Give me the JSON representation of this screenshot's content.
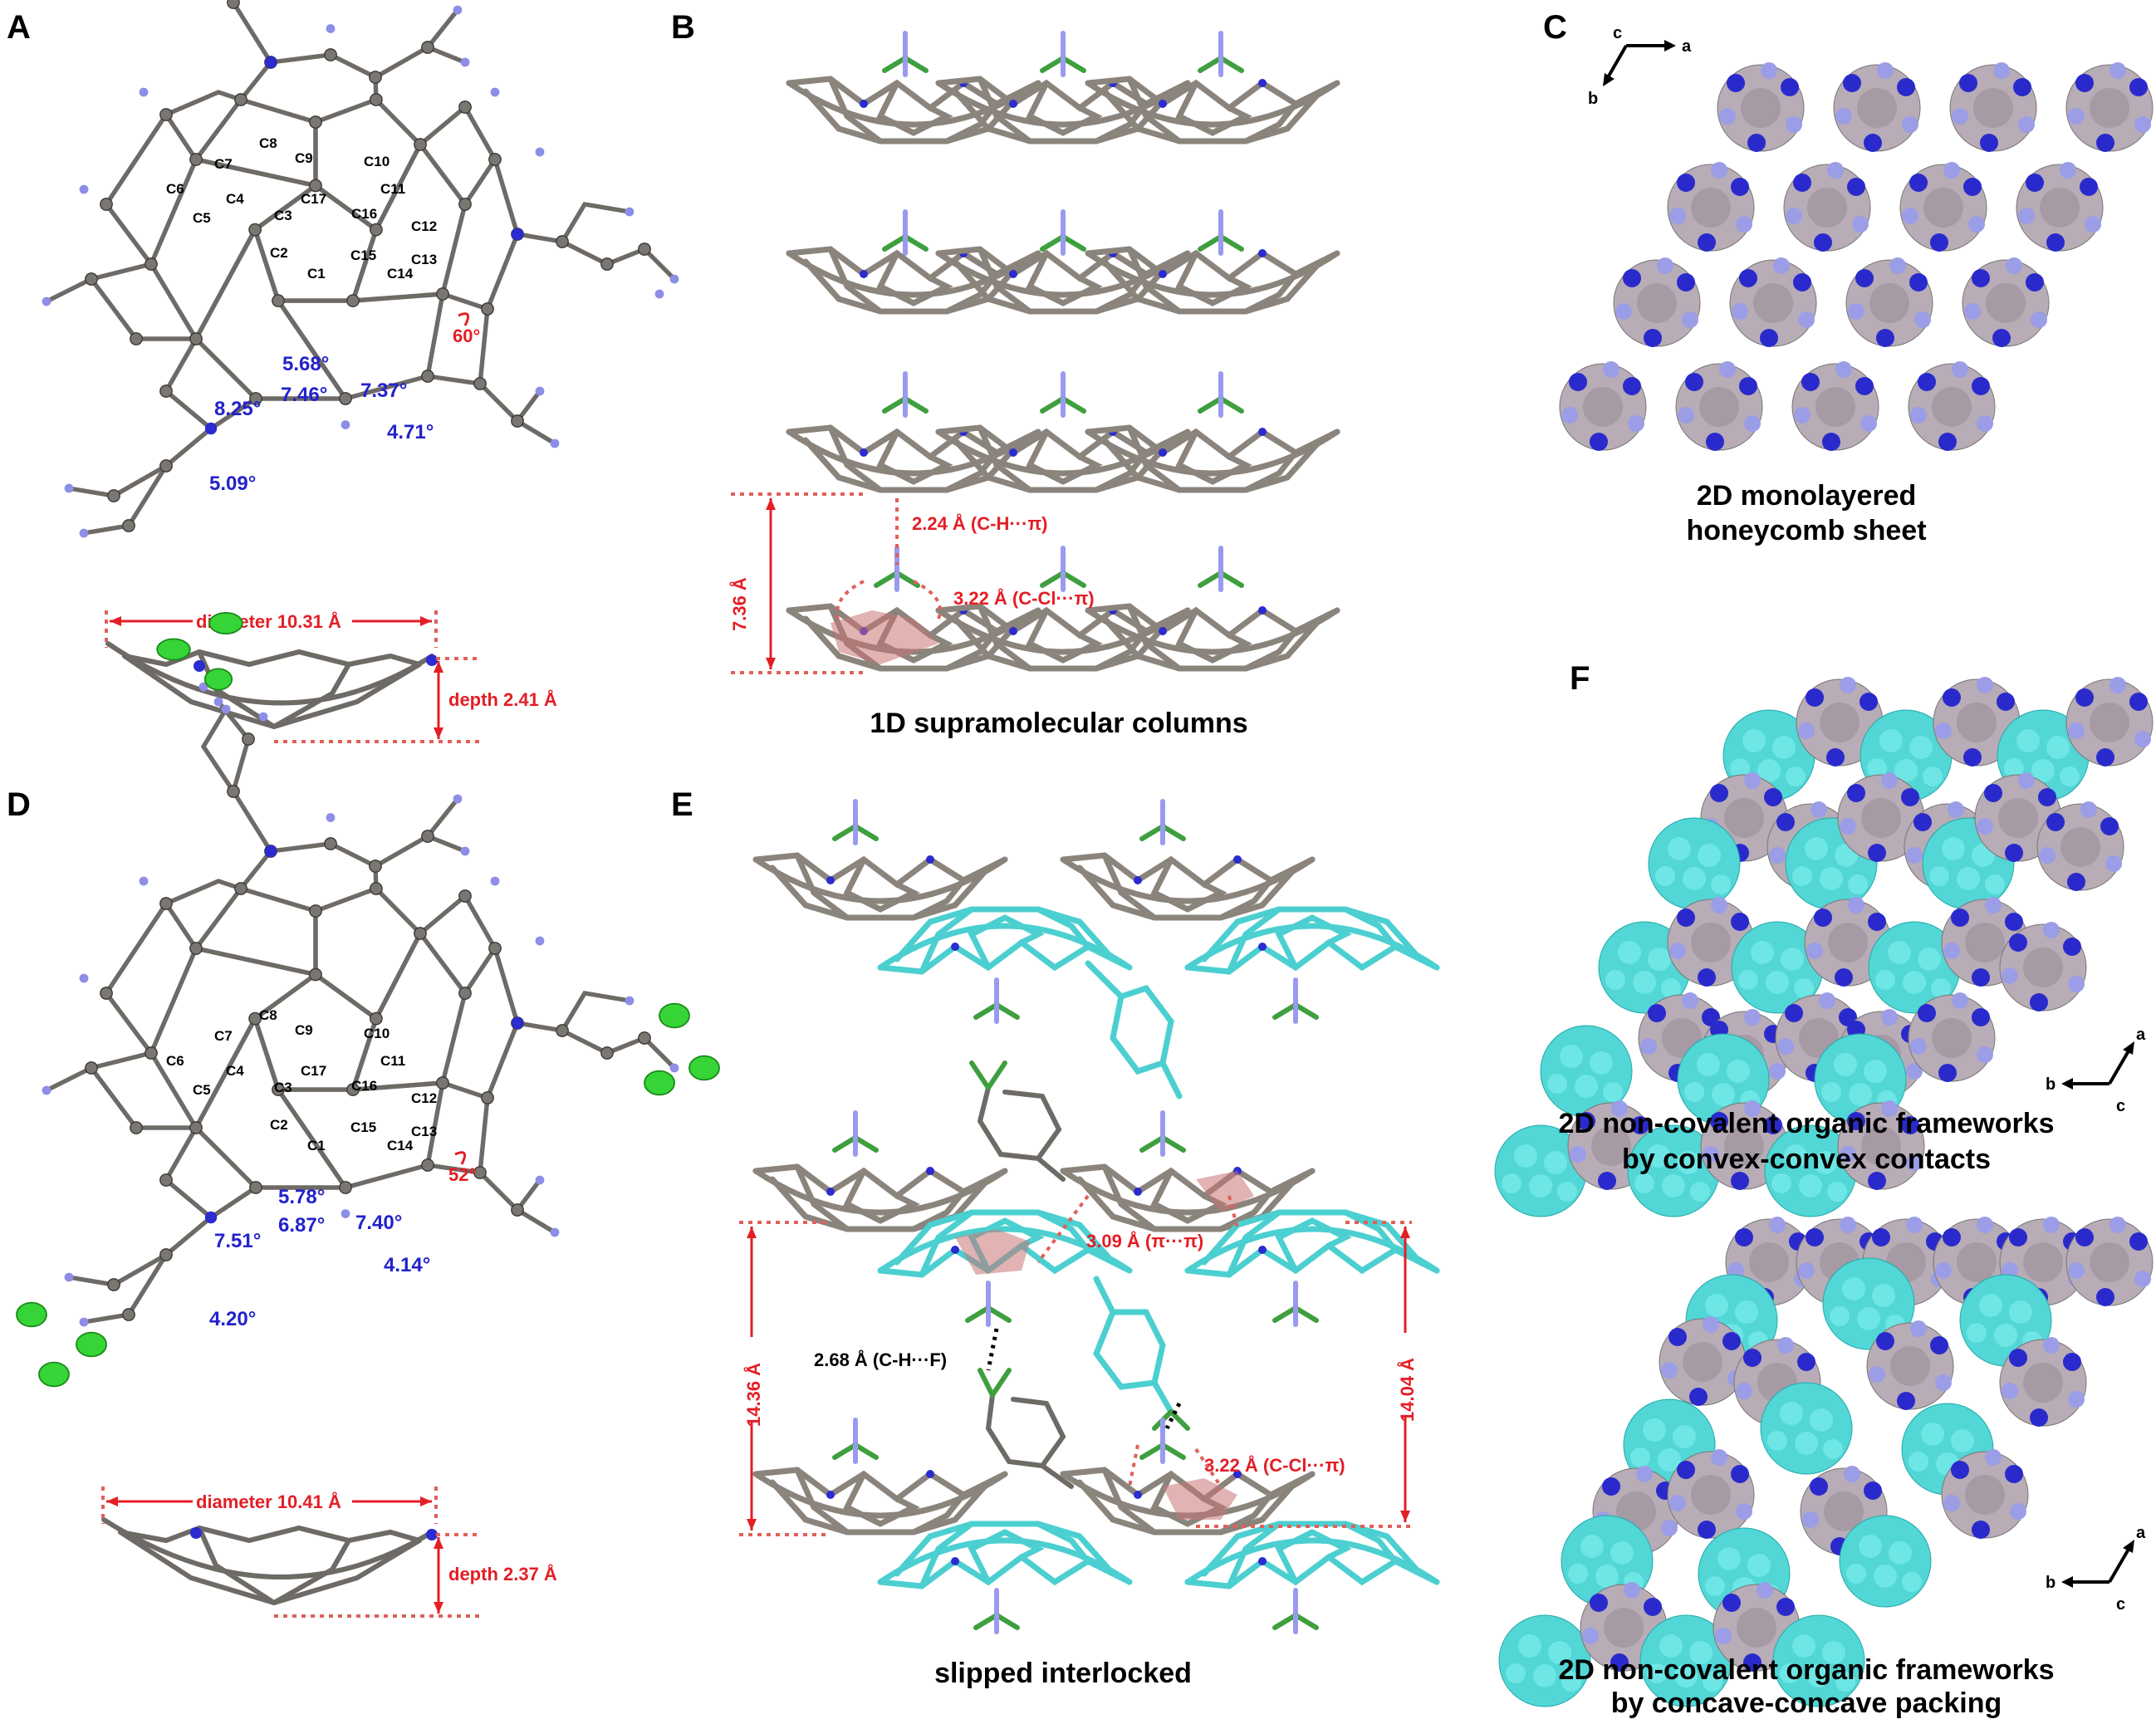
{
  "panels": {
    "A": {
      "label": "A",
      "atoms": [
        "C1",
        "C2",
        "C3",
        "C4",
        "C5",
        "C6",
        "C7",
        "C8",
        "C9",
        "C10",
        "C11",
        "C12",
        "C13",
        "C14",
        "C15",
        "C16",
        "C17"
      ],
      "angles": [
        "5.68°",
        "7.46°",
        "8.25°",
        "7.37°",
        "4.71°",
        "5.09°"
      ],
      "torsion": "60°",
      "diameter": "diameter 10.31 Å",
      "depth": "depth 2.41 Å"
    },
    "B": {
      "label": "B",
      "ch_pi": "2.24 Å (C-H···π)",
      "ccl_pi": "3.22 Å (C-Cl···π)",
      "spacing": "7.36 Å",
      "caption": "1D supramolecular columns"
    },
    "C": {
      "label": "C",
      "axes": {
        "c": "c",
        "a": "a",
        "b": "b"
      },
      "caption_line1": "2D monolayered",
      "caption_line2": "honeycomb sheet"
    },
    "D": {
      "label": "D",
      "atoms": [
        "C1",
        "C2",
        "C3",
        "C4",
        "C5",
        "C6",
        "C7",
        "C8",
        "C9",
        "C10",
        "C11",
        "C12",
        "C13",
        "C14",
        "C15",
        "C16",
        "C17"
      ],
      "angles": [
        "5.78°",
        "6.87°",
        "7.51°",
        "7.40°",
        "4.14°",
        "4.20°"
      ],
      "torsion": "52°",
      "diameter": "diameter 10.41 Å",
      "depth": "depth 2.37 Å"
    },
    "E": {
      "label": "E",
      "pi_pi": "3.09 Å (π···π)",
      "ch_f": "2.68 Å (C-H···F)",
      "ccl_pi": "3.22 Å (C-Cl···π)",
      "spacing_left": "14.36 Å",
      "spacing_right": "14.04 Å",
      "caption": "slipped interlocked"
    },
    "F": {
      "label": "F",
      "axes": {
        "a": "a",
        "b": "b",
        "c": "c"
      },
      "caption1_line1": "2D non-covalent organic frameworks",
      "caption1_line2": "by convex-convex contacts",
      "caption2_line1": "2D non-covalent organic frameworks",
      "caption2_line2": "by concave-concave packing"
    }
  },
  "colors": {
    "carbon": "#7a7672",
    "hydrogen": "#8d8ee8",
    "nitrogen": "#2b2bd0",
    "fluorine": "#33cc33",
    "cyan_molecule": "#4ccfd0",
    "annotation_red": "#e41e25",
    "angle_blue": "#2222cc"
  }
}
